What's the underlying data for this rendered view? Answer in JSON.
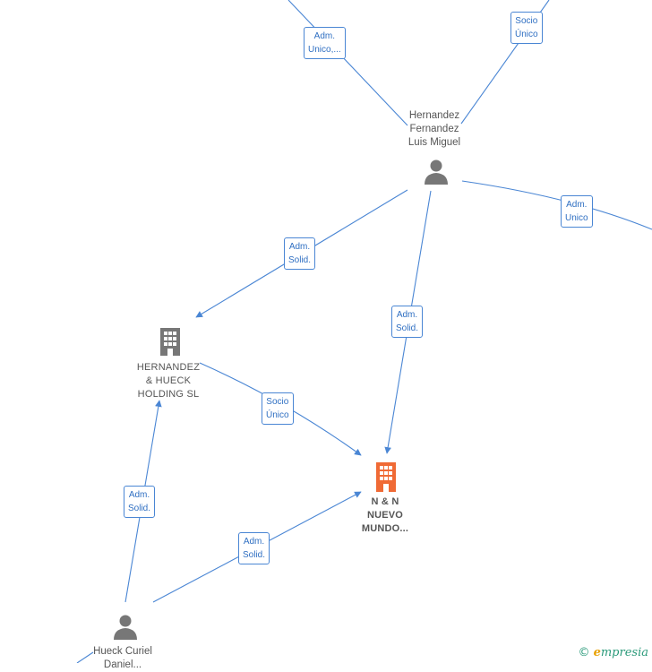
{
  "nodes": {
    "hernandez_luis": {
      "label_lines": [
        "Hernandez",
        "Fernandez",
        "Luis Miguel"
      ]
    },
    "holding": {
      "label_lines": [
        "HERNANDEZ",
        "& HUECK",
        "HOLDING  SL"
      ]
    },
    "nn": {
      "label_lines": [
        "N & N",
        "NUEVO",
        "MUNDO..."
      ]
    },
    "hueck": {
      "label_lines": [
        "Hueck Curiel",
        "Daniel..."
      ]
    }
  },
  "edges": {
    "adm_unico_top": [
      "Adm.",
      "Unico,..."
    ],
    "socio_unico_top": [
      "Socio",
      "Único"
    ],
    "adm_unico_right": [
      "Adm.",
      "Unico"
    ],
    "adm_solid_holding": [
      "Adm.",
      "Solid."
    ],
    "adm_solid_nn": [
      "Adm.",
      "Solid."
    ],
    "socio_unico_holding_nn": [
      "Socio",
      "Único"
    ],
    "adm_solid_hueck_holding": [
      "Adm.",
      "Solid."
    ],
    "adm_solid_hueck_nn": [
      "Adm.",
      "Solid."
    ]
  },
  "footer": {
    "copyright": "©",
    "brand_initial": "e",
    "brand_rest": "mpresia"
  },
  "colors": {
    "edge": "#4a86d4",
    "person": "#777777",
    "company": "#777777",
    "main_company": "#f06a35"
  }
}
